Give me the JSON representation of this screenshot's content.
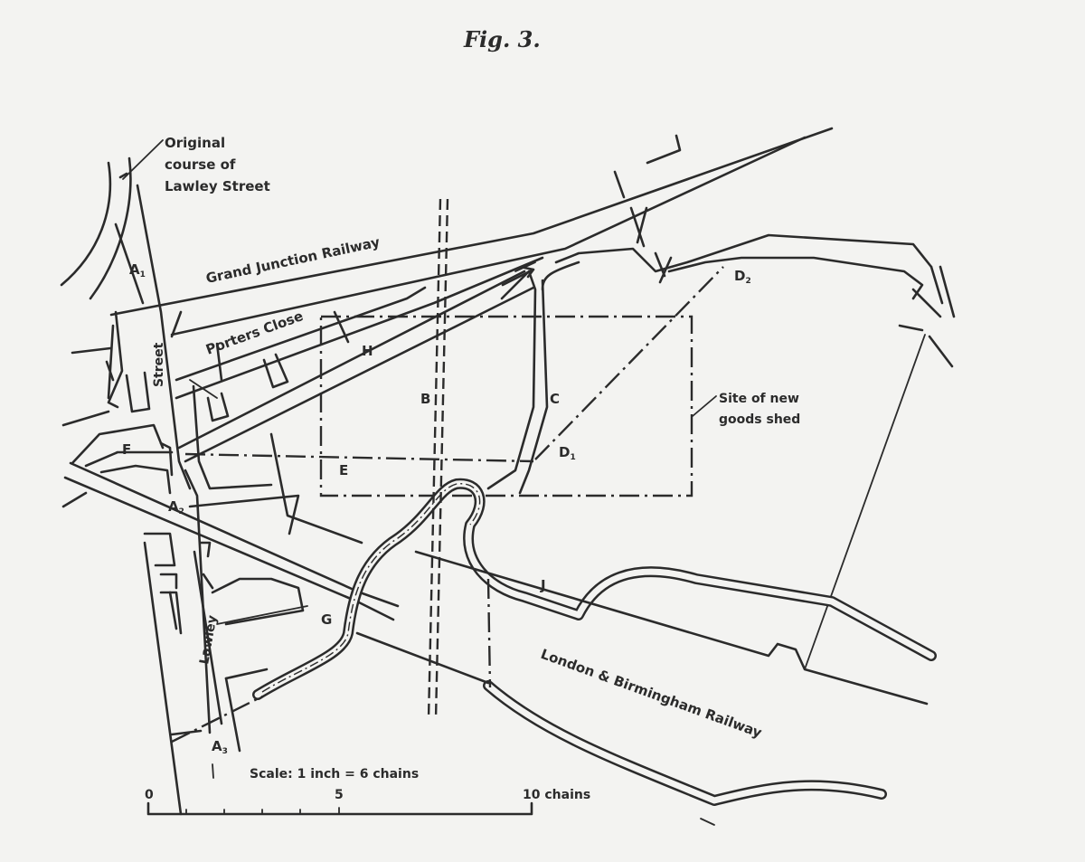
{
  "figure": {
    "title": "Fig. 3."
  },
  "labels": {
    "original_course": [
      "Original",
      "course of",
      "Lawley Street"
    ],
    "grand_junction_railway": "Grand Junction Railway",
    "porters_close": "Porters Close",
    "street_upper": "Street",
    "lawley_lower": "Lawley",
    "london_birmingham_railway": "London & Birmingham Railway",
    "site_of_new_goods_shed": [
      "Site of new",
      "goods shed"
    ]
  },
  "markers": {
    "A1": {
      "letter": "A",
      "sub": "1"
    },
    "A2": {
      "letter": "A",
      "sub": "2"
    },
    "A3": {
      "letter": "A",
      "sub": "3"
    },
    "B": "B",
    "C": "C",
    "D1": {
      "letter": "D",
      "sub": "1"
    },
    "D2": {
      "letter": "D",
      "sub": "2"
    },
    "E": "E",
    "F": "F",
    "G": "G",
    "H": "H",
    "J": "J"
  },
  "scale": {
    "caption": "Scale: 1 inch = 6 chains",
    "tick_0": "0",
    "tick_5": "5",
    "tick_10": "10 chains"
  }
}
